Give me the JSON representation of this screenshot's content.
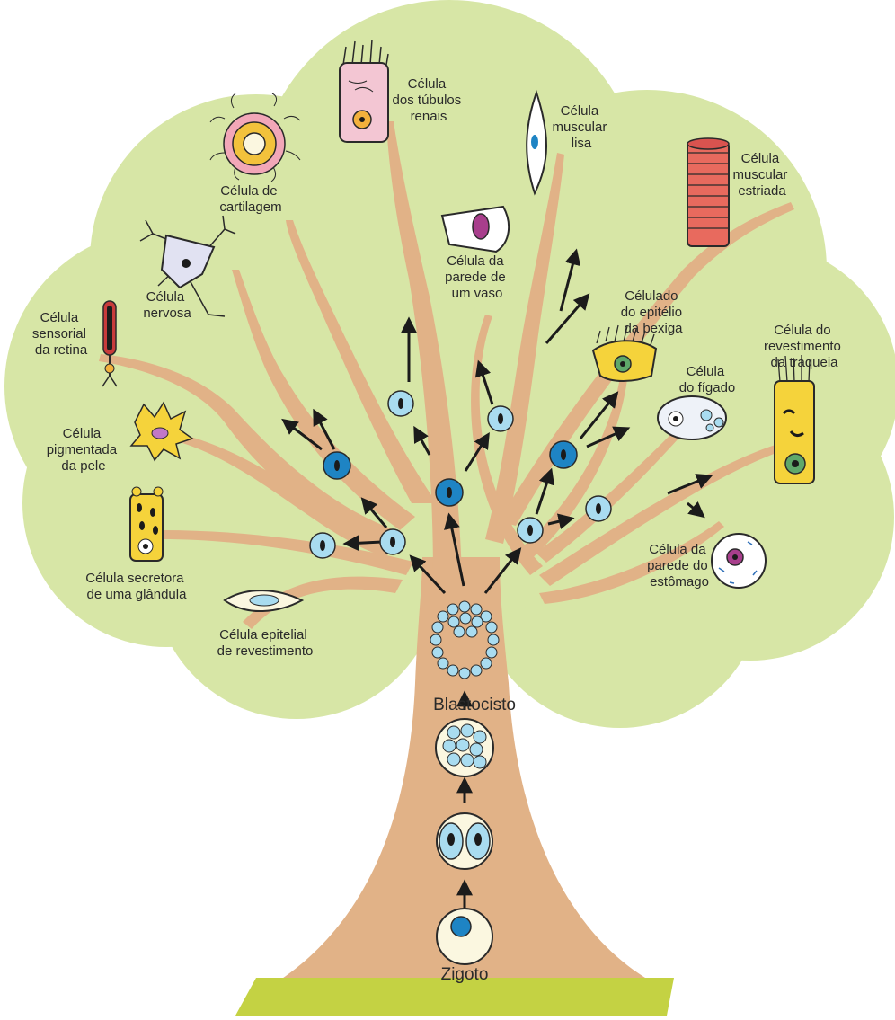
{
  "colors": {
    "crown": "#d7e6a6",
    "trunk": "#e1b287",
    "ground": "#c4d243",
    "cell_light": "#a9dcf0",
    "cell_dark": "#1e84c4",
    "arrow": "#1b1b1b"
  },
  "stages": {
    "zigoto": "Zigoto",
    "blastocisto": "Blastocisto"
  },
  "labels": {
    "tubulos": [
      "Célula",
      "dos túbulos",
      "renais"
    ],
    "lisa": [
      "Célula",
      "muscular",
      "lisa"
    ],
    "cartilagem": [
      "Célula de",
      "cartilagem"
    ],
    "estriada": [
      "Célula",
      "muscular",
      "estriada"
    ],
    "vaso": [
      "Célula da",
      "parede de",
      "um vaso"
    ],
    "nervosa": [
      "Célula",
      "nervosa"
    ],
    "retina": [
      "Célula",
      "sensorial",
      "da retina"
    ],
    "bexiga": [
      "Célulado",
      "do epitélio",
      "da bexiga"
    ],
    "figado": [
      "Célula",
      "do fígado"
    ],
    "traqueia": [
      "Célula do",
      "revestimento",
      "da traqueia"
    ],
    "pele": [
      "Célula",
      "pigmentada",
      "da pele"
    ],
    "glandula": [
      "Célula secretora",
      "de uma glândula"
    ],
    "estomago": [
      "Célula da",
      "parede do",
      "estômago"
    ],
    "epitelial": [
      "Célula epitelial",
      "de revestimento"
    ]
  }
}
